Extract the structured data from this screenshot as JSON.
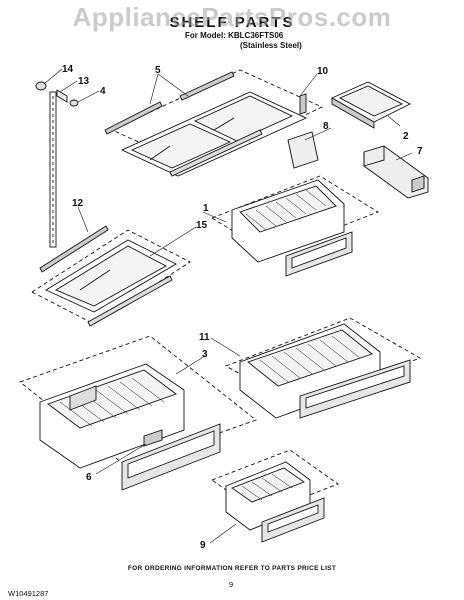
{
  "watermark": "AppliancePartsPros.com",
  "title": "SHELF PARTS",
  "model_line": "For Model: KBLC36FTS06",
  "variant_line": "(Stainless Steel)",
  "callouts": [
    "14",
    "13",
    "4",
    "5",
    "10",
    "2",
    "8",
    "7",
    "12",
    "15",
    "1",
    "3",
    "11",
    "6",
    "9"
  ],
  "footer_info": "FOR ORDERING INFORMATION REFER TO PARTS PRICE LIST",
  "doc_number": "W10491287",
  "page_number": "9"
}
